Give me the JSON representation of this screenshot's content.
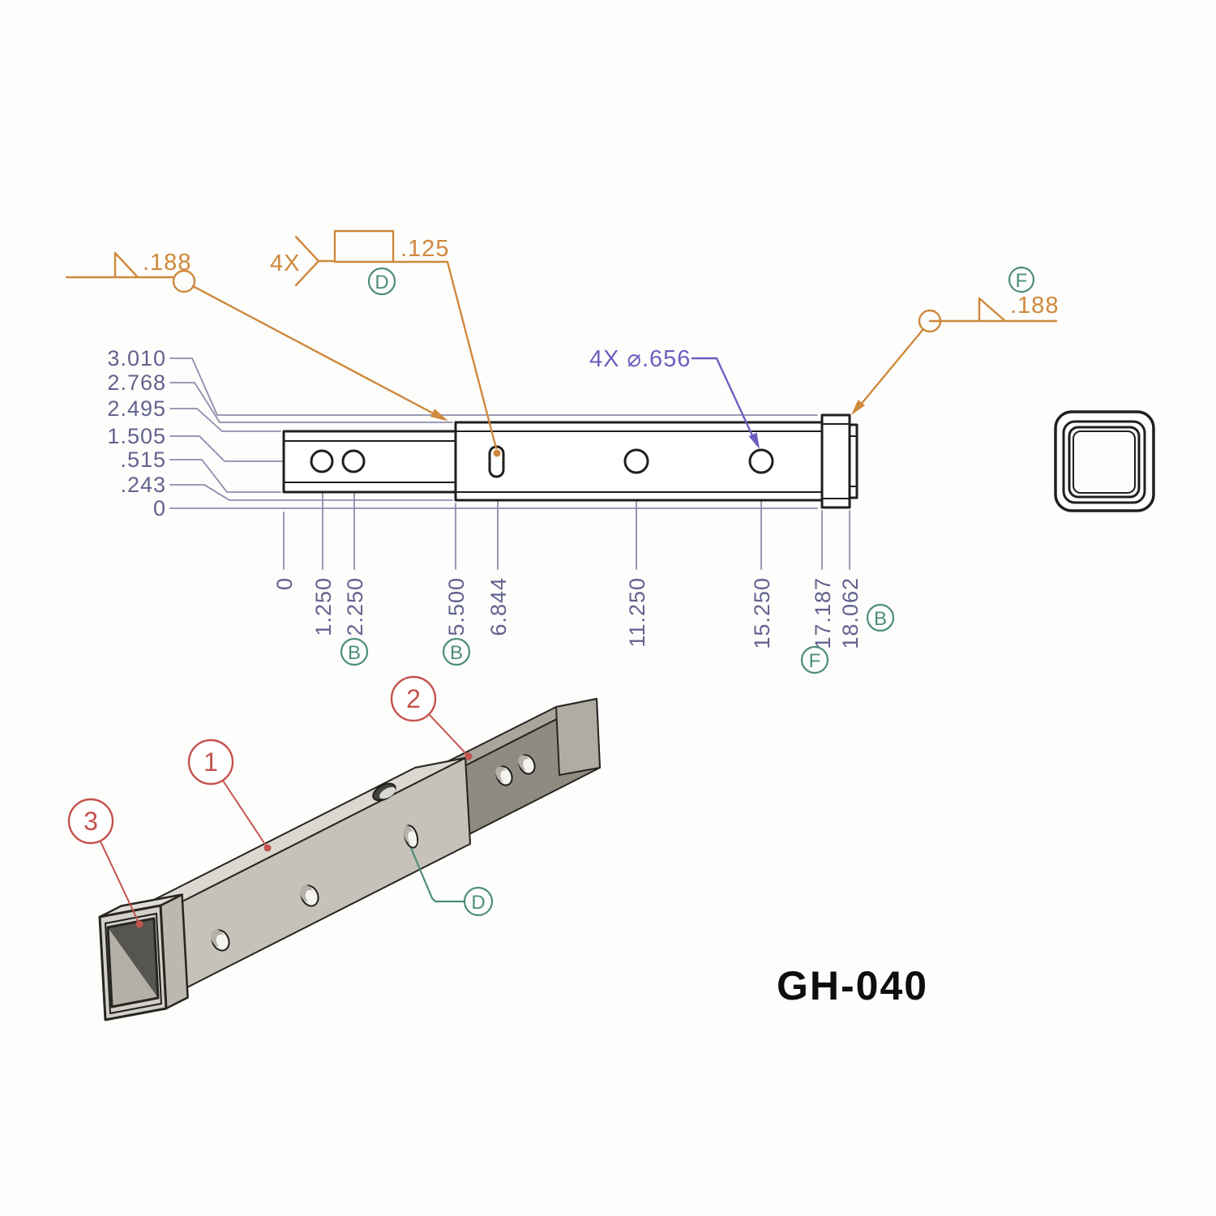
{
  "title": "GH-040",
  "ordinates": {
    "vertical": [
      "3.010",
      "2.768",
      "2.495",
      "1.505",
      ".515",
      ".243",
      "0"
    ],
    "horizontal": [
      "0",
      "1.250",
      "2.250",
      "5.500",
      "6.844",
      "11.250",
      "15.250",
      "17.187",
      "18.062"
    ]
  },
  "callouts": {
    "hole": "4X ⌀.656",
    "finish_left": ".188",
    "finish_right": ".188",
    "flatness_qty": "4X",
    "flatness_value": ".125"
  },
  "datums": {
    "d": "D",
    "b": "B",
    "f": "F"
  },
  "balloons": [
    "1",
    "2",
    "3"
  ],
  "colors": {
    "line": "#1f1f1d",
    "dimension": "#8d8dac",
    "finish_orange": "#cf883c",
    "hole_purple": "#6a5fc0",
    "datum_teal": "#4d8d7b",
    "balloon_red": "#c4524e"
  }
}
